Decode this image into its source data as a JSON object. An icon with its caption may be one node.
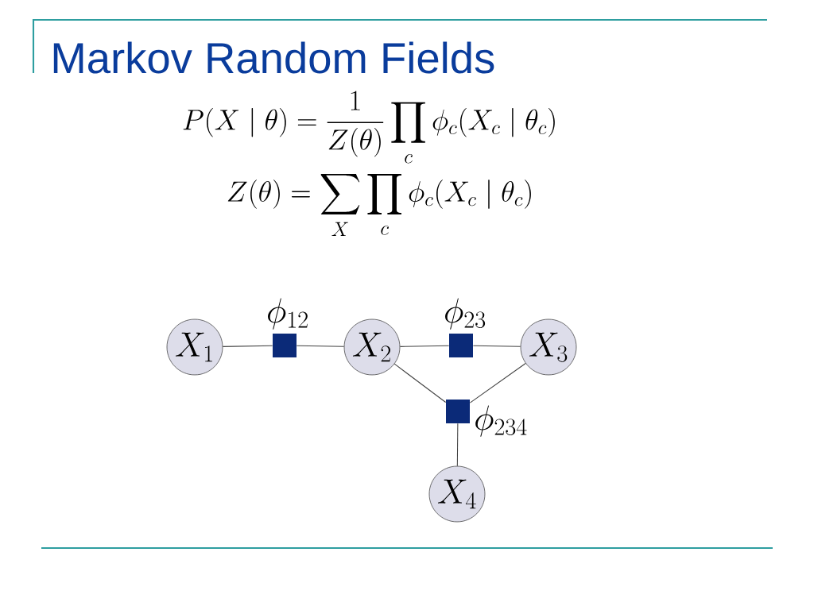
{
  "diagram": {
    "title": "Markov Random Fields",
    "nodes": [
      {
        "text": [
          "X_1"
        ]
      },
      {
        "text": [],
        "shape": "box",
        "beside": [
          "\\phi_{12}"
        ]
      },
      {
        "text": [
          "X_2"
        ]
      },
      {
        "text": [],
        "shape": "box",
        "beside": [
          "\\phi_{23}"
        ]
      },
      {
        "text": [
          "X_3"
        ]
      },
      {
        "text": [],
        "shape": "box",
        "beside": [
          "\\phi_{234}"
        ]
      },
      {
        "text": [
          "X_4"
        ]
      }
    ],
    "edges": [
      {
        "from": 0,
        "to": 1,
        "arrow": "none"
      },
      {
        "from": 1,
        "to": 2,
        "arrow": "none"
      },
      {
        "from": 2,
        "to": 3,
        "arrow": "none"
      },
      {
        "from": 3,
        "to": 4,
        "arrow": "none"
      },
      {
        "from": 2,
        "to": 5,
        "arrow": "none"
      },
      {
        "from": 4,
        "to": 5,
        "arrow": "none"
      },
      {
        "from": 5,
        "to": 6,
        "arrow": "none"
      }
    ],
    "labels": [
      "P(X \\mid \\theta) = \\frac{1}{Z(\\theta)} \\prod_c \\phi_c(X_c \\mid \\theta_c)",
      "Z(\\theta) = \\sum_X \\prod_c \\phi_c(X_c \\mid \\theta_c)"
    ]
  }
}
